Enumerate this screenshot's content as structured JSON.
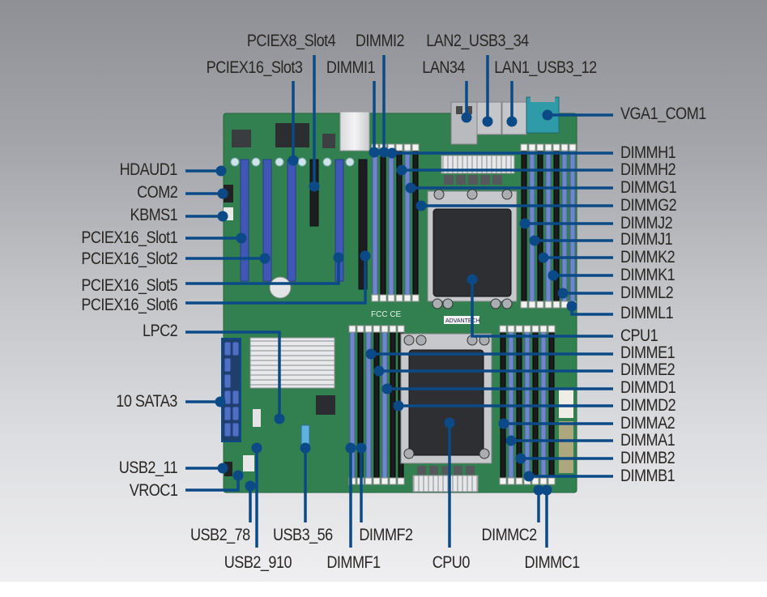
{
  "diagram": {
    "title": "Motherboard connector layout",
    "colors": {
      "leader_line": "#0b4a86",
      "board_green": "#2f7a4c",
      "dimm_blue": "#6f86c9",
      "dimm_black": "#1c1c1e",
      "pcie_blue": "#3f57b5",
      "label_text": "#2a2623"
    },
    "labels": {
      "top": {
        "pciex8_slot4": "PCIEX8_Slot4",
        "dimmi2": "DIMMI2",
        "lan2_usb3_34": "LAN2_USB3_34",
        "pciex16_slot3": "PCIEX16_Slot3",
        "dimmi1": "DIMMI1",
        "lan34": "LAN34",
        "lan1_usb3_12": "LAN1_USB3_12"
      },
      "left": {
        "hdaud1": "HDAUD1",
        "com2": "COM2",
        "kbms1": "KBMS1",
        "pciex16_slot1": "PCIEX16_Slot1",
        "pciex16_slot2": "PCIEX16_Slot2",
        "pciex16_slot5": "PCIEX16_Slot5",
        "pciex16_slot6": "PCIEX16_Slot6",
        "lpc2": "LPC2",
        "sata3": "10 SATA3",
        "usb2_11": "USB2_11",
        "vroc1": "VROC1"
      },
      "right": {
        "vga1_com1": "VGA1_COM1",
        "dimmh1": "DIMMH1",
        "dimmh2": "DIMMH2",
        "dimmg1": "DIMMG1",
        "dimmg2": "DIMMG2",
        "dimmj2": "DIMMJ2",
        "dimmj1": "DIMMJ1",
        "dimmk2": "DIMMK2",
        "dimmk1": "DIMMK1",
        "dimml2": "DIMML2",
        "dimml1": "DIMML1",
        "cpu1": "CPU1",
        "dimme1": "DIMME1",
        "dimme2": "DIMME2",
        "dimmd1": "DIMMD1",
        "dimmd2": "DIMMD2",
        "dimma2": "DIMMA2",
        "dimma1": "DIMMA1",
        "dimmb2": "DIMMB2",
        "dimmb1": "DIMMB1"
      },
      "bottom": {
        "usb2_78": "USB2_78",
        "usb3_56": "USB3_56",
        "dimmf2": "DIMMF2",
        "dimmc2": "DIMMC2",
        "usb2_910": "USB2_910",
        "dimmf1": "DIMMF1",
        "cpu0": "CPU0",
        "dimmc1": "DIMMC1"
      }
    },
    "board_markings": {
      "fcc": "FCC CE",
      "brand": "ADVANTECH"
    }
  }
}
